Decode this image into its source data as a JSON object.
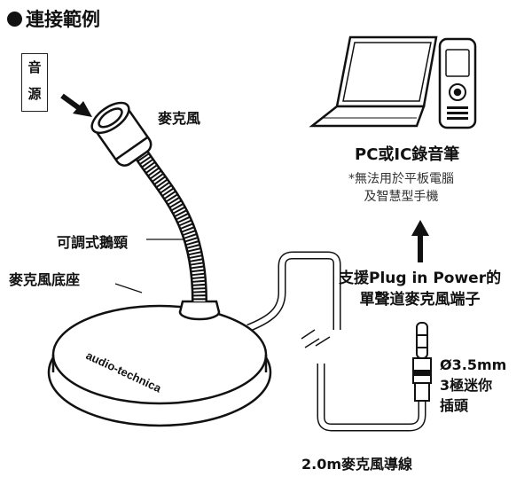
{
  "title": "連接範例",
  "source_label": [
    "音",
    "源"
  ],
  "labels": {
    "microphone": "麥克風",
    "gooseneck": "可調式鵝頸",
    "base": "麥克風底座",
    "device": "PC或IC錄音筆",
    "device_note": [
      "*無法用於平板電腦",
      "及智慧型手機"
    ],
    "plug_support": [
      "支援Plug in Power的",
      "單聲道麥克風端子"
    ],
    "plug_spec": [
      "Ø3.5mm",
      "3極迷你",
      "插頭"
    ],
    "cable": "2.0m麥克風導線"
  },
  "brand": "audio-technica"
}
